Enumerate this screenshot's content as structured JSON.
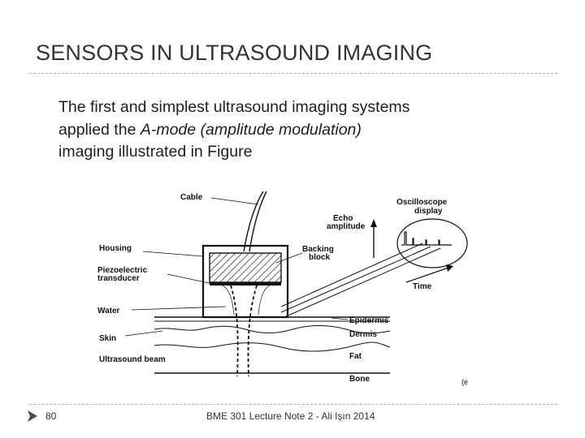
{
  "slide": {
    "title": "SENSORS IN ULTRASOUND IMAGING",
    "body": {
      "line1": "The first and simplest ultrasound imaging systems",
      "line2_prefix": "applied the ",
      "line2_italic": "A-mode (amplitude modulation)",
      "line3": "imaging illustrated in Figure"
    },
    "figure": {
      "labels": {
        "cable": "Cable",
        "housing": "Housing",
        "piezo1": "Piezoelectric",
        "piezo2": "transducer",
        "water": "Water",
        "skin": "Skin",
        "beam": "Ultrasound beam",
        "backing1": "Backing",
        "backing2": "block",
        "echo1": "Echo",
        "echo2": "amplitude",
        "scope1": "Oscilloscope",
        "scope2": "display",
        "time": "Time",
        "epidermis": "Epidermis",
        "dermis": "Dermis",
        "fat": "Fat",
        "bone": "Bone",
        "corner": "(e"
      }
    },
    "footer": {
      "page_number": "80",
      "text": "BME 301 Lecture Note 2 - Ali Işın 2014"
    }
  }
}
